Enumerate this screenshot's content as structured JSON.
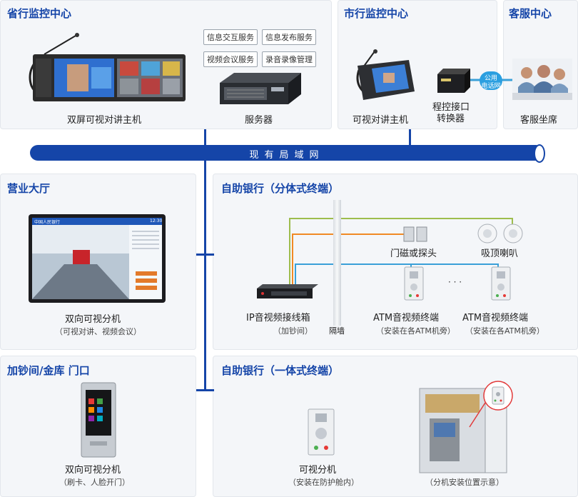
{
  "panels": {
    "provincial": {
      "title": "省行监控中心",
      "host_label": "双屏可视对讲主机",
      "server_label": "服务器",
      "tags": [
        "信息交互服务",
        "信息发布服务",
        "视频会议服务",
        "录音录像管理"
      ]
    },
    "city": {
      "title": "市行监控中心",
      "host_label": "可视对讲主机",
      "converter_line1": "程控接口",
      "converter_line2": "转换器"
    },
    "service": {
      "title": "客服中心",
      "seat_label": "客服坐席",
      "pstn_line1": "公用",
      "pstn_line2": "电话网"
    },
    "lan": {
      "label": "现有局域网"
    },
    "hall": {
      "title": "营业大厅",
      "device_label": "双向可视分机",
      "device_sub": "（可视对讲、视频会议）",
      "screen_header": "中国人民银行",
      "screen_time": "12:30"
    },
    "split": {
      "title": "自助银行（分体式终端）",
      "door_label": "门磁或探头",
      "speaker_label": "吸顶喇叭",
      "box_label": "IP音视频接线箱",
      "box_sub": "（加钞间）",
      "wall_label": "隔墙",
      "atm1_label": "ATM音视频终端",
      "atm1_sub": "（安装在各ATM机旁）",
      "atm2_label": "ATM音视频终端",
      "atm2_sub": "（安装在各ATM机旁）",
      "dots": "· · ·"
    },
    "vault": {
      "title": "加钞间/金库 门口",
      "device_label": "双向可视分机",
      "device_sub": "（刷卡、人脸开门）"
    },
    "integrated": {
      "title": "自助银行（一体式终端）",
      "device_label": "可视分机",
      "device_sub": "（安装在防护舱内）",
      "position_sub": "（分机安装位置示意）"
    }
  },
  "colors": {
    "accent": "#1545a8",
    "line_green": "#9dbd4d",
    "line_orange": "#f08a24",
    "line_blue": "#3aa0d8"
  }
}
